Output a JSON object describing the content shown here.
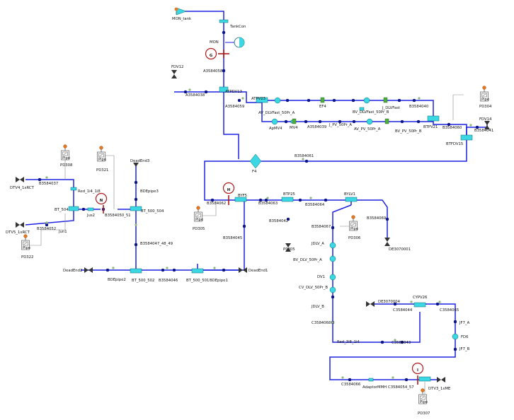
{
  "labels": {
    "mon_tank": "MON_tank",
    "tankcon": "TankCon",
    "mon": "MON",
    "a3584058": "A3584058",
    "fdv12": "FDV12",
    "a3584038": "A3584038",
    "atpdv13": "ATPDV13",
    "atpv23": "ATPV23",
    "a3584059": "A3584059",
    "av_dlvfast": "AV_DLVFast_50Pr_A",
    "ef4": "EF4",
    "bv_dlvfast": "BV_DLVFast_50Pr_B",
    "j_dlvfast": "J_DLVFast",
    "b3584040": "B3584040",
    "pd304": "PD304",
    "fdv14": "FDV14",
    "apmv4": "ApMV4",
    "mv4": "MV4",
    "a3584039": "A3584039",
    "j_pv": "J_PV_50Pr_A",
    "av_pv": "AV_PV_50Pr_A",
    "bv_pv": "BV_PV_50Pr_B",
    "btpv21": "BTPV21",
    "b3584060": "B3584060",
    "btfdv15": "BTFDV15",
    "b3584041": "B3584041",
    "f4": "F4",
    "b3584061": "B3584061",
    "pd308": "PD308",
    "pd321": "PD321",
    "deadend3": "DeadEnd3",
    "dtv4": "DTV4_1xRCT",
    "b3584037": "B3584037",
    "red_114": "Red_1i4_1i8",
    "bt_504": "BT_504",
    "jus2": "Jus2",
    "b3584050": "B3584050_51",
    "bt_500_504": "BT_500_504",
    "bdepipe3": "BDEpipe3",
    "dtv5": "DTV5_1xRCT",
    "b3584052": "B3584052",
    "jun1": "Jun1",
    "pd322": "PD322",
    "b3584047": "B3584047_48_49",
    "deadend2": "DeadEnd2",
    "bdepipe2": "BDEpipe2",
    "bt_500_502": "BT_500_502",
    "b3584046": "B3584046",
    "bt_500_501": "BT_500_501",
    "bdepipe1": "BDEpipe1",
    "deadend1": "DeadEnd1",
    "b3584045": "B3584045",
    "byf5": "BYF5",
    "b3584062": "B3584062",
    "pd305": "PD305",
    "b3584063": "B3584063",
    "btp25": "BTP25",
    "b3584042": "B3584042",
    "p0305": "P0305",
    "b3584064": "B3584064",
    "bylv1": "BYLV1",
    "b3584067": "B3584067",
    "pd306": "PD306",
    "b3584069": "B3584069",
    "de3070001": "DE3070001",
    "jdlv_a": "JDLV_A",
    "bv_dlv": "BV_DLV_50Pr_A",
    "dv1": "DV1",
    "cv_dlv": "CV_DLV_50Pr_B",
    "jdlv_b": "JDLV_B",
    "c3584068": "C3584068",
    "red_3i8": "Red_3i8_1i4",
    "c3584043": "C3584043",
    "de3070004": "DE3070004",
    "cypv26": "CYPV26",
    "c3584044": "C3584044",
    "c3584065": "C3584065",
    "jf7_a": "JF7_A",
    "fd6": "FD6",
    "jf7_b": "JF7_B",
    "c3584066": "C3584066",
    "adaptormmh": "AdaptorMMH",
    "c3584054": "C3584054_57",
    "dtv3": "DTV3_1xME",
    "pd307": "PD307"
  },
  "markers": {
    "g": "G",
    "n": "N",
    "h": "H",
    "i": "I"
  },
  "sensor_caption": "Pipe",
  "colors": {
    "pipe": "#1c22e0",
    "junction": "#0a1896",
    "component": "#3bd8e3",
    "marker_red": "#b01818",
    "leader": "#888888"
  }
}
